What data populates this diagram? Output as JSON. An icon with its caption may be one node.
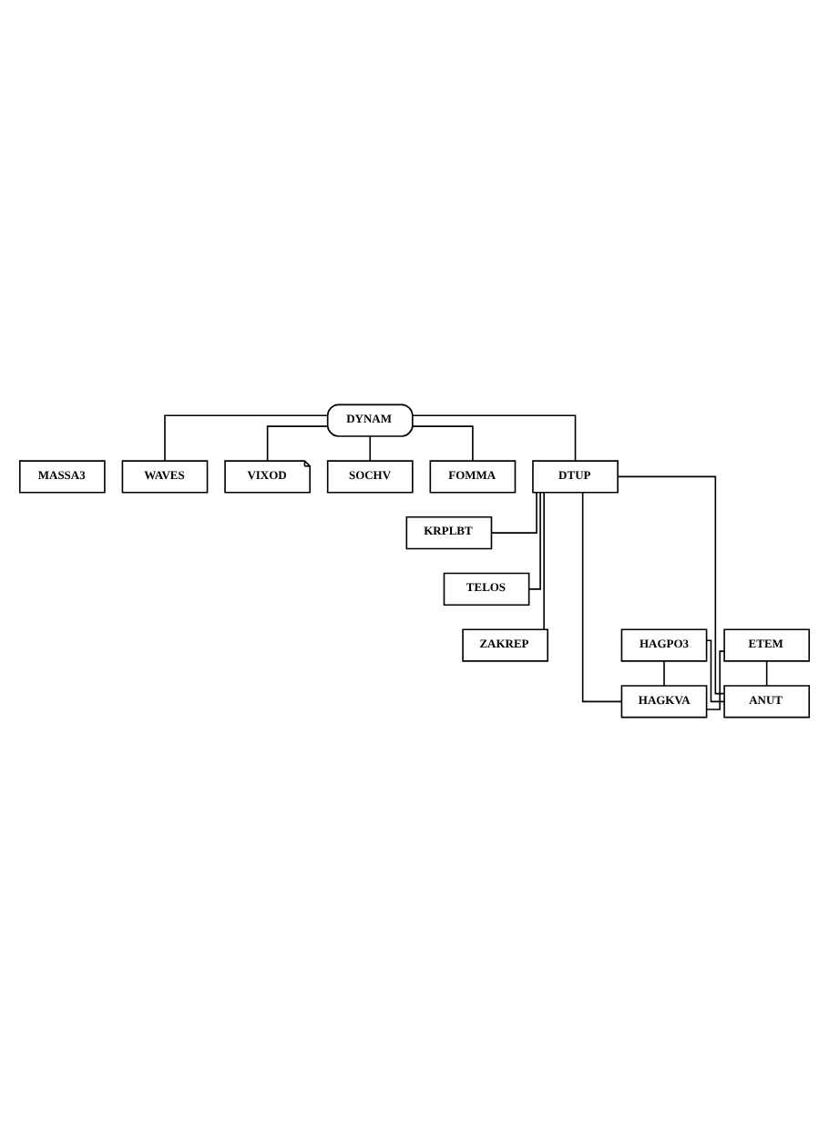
{
  "diagram": {
    "nodes": [
      {
        "text": [
          "DYNAM"
        ]
      },
      {
        "text": [
          "DTUP"
        ]
      },
      {
        "text": [
          "FOMMA"
        ]
      },
      {
        "text": [
          "WAVES"
        ]
      },
      {
        "text": [
          "VIXOD"
        ]
      },
      {
        "text": [
          "MASSA3"
        ]
      },
      {
        "text": [
          "SOCHV"
        ]
      },
      {
        "text": [
          "KRPLBT"
        ]
      },
      {
        "text": [
          "TELOS"
        ]
      },
      {
        "text": [
          "ZAKREP"
        ]
      },
      {
        "text": [
          "HAGPO3"
        ]
      },
      {
        "text": [
          "ETEM"
        ]
      },
      {
        "text": [
          "ANUT"
        ]
      },
      {
        "text": [
          "HAGKVA"
        ]
      }
    ],
    "edges": [
      {
        "from": 0,
        "to": 1,
        "arrow": "none"
      },
      {
        "from": 0,
        "to": 2,
        "arrow": "none"
      },
      {
        "from": 0,
        "to": 3,
        "arrow": "none"
      },
      {
        "from": 0,
        "to": 4,
        "arrow": "none"
      },
      {
        "from": 0,
        "to": 6,
        "arrow": "none"
      },
      {
        "from": 1,
        "to": 7,
        "arrow": "none"
      },
      {
        "from": 1,
        "to": 8,
        "arrow": "none"
      },
      {
        "from": 1,
        "to": 9,
        "arrow": "none"
      },
      {
        "from": 1,
        "to": 12,
        "arrow": "none"
      },
      {
        "from": 1,
        "to": 13,
        "arrow": "none"
      },
      {
        "from": 10,
        "to": 12,
        "arrow": "none"
      },
      {
        "from": 10,
        "to": 13,
        "arrow": "none"
      },
      {
        "from": 11,
        "to": 12,
        "arrow": "none"
      },
      {
        "from": 11,
        "to": 13,
        "arrow": "none"
      }
    ]
  }
}
